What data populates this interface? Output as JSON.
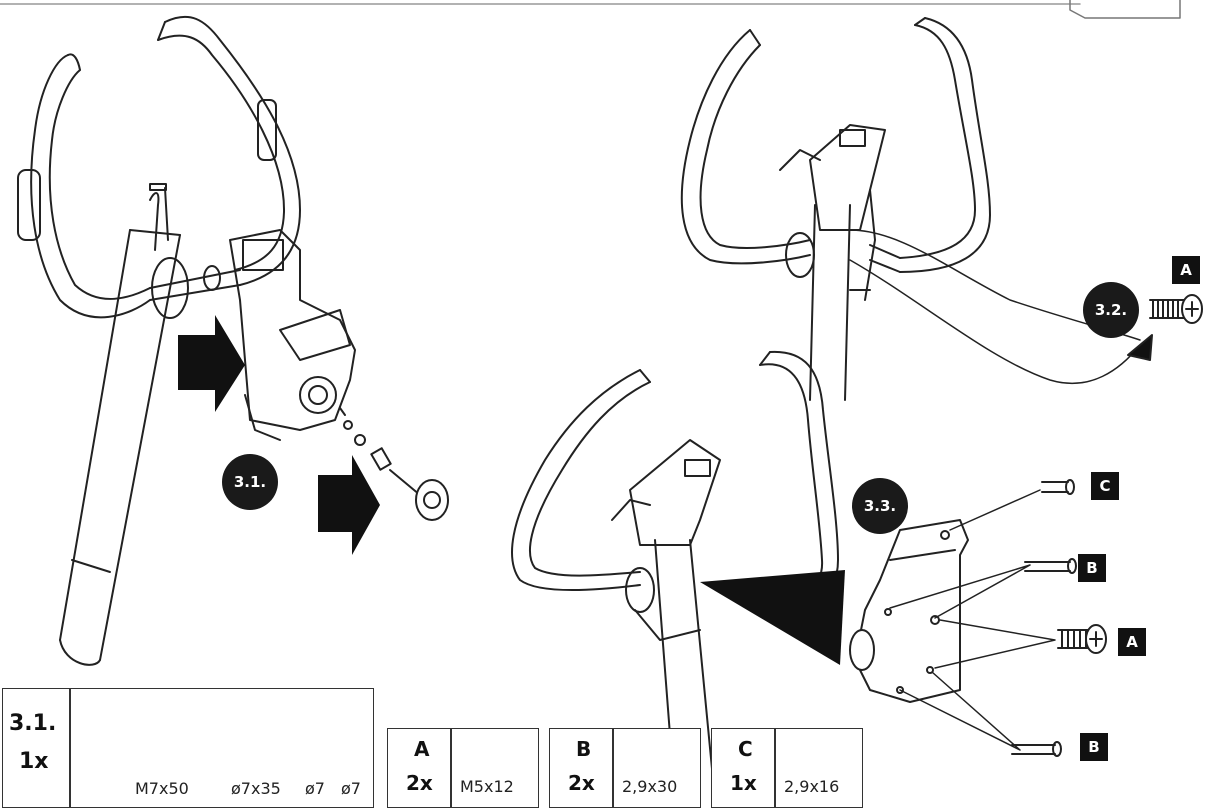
{
  "steps": {
    "step1": "3.1.",
    "step2": "3.2.",
    "step3": "3.3."
  },
  "callouts": {
    "a_top": "A",
    "c": "C",
    "b_upper": "B",
    "a_lower": "A",
    "b_lower": "B"
  },
  "parts_table": {
    "step": "3.1.",
    "qty": "1x",
    "items": [
      "M7x50",
      "ø7x35",
      "ø7",
      "ø7"
    ]
  },
  "hardware": [
    {
      "letter": "A",
      "qty": "2x",
      "size": "M5x12"
    },
    {
      "letter": "B",
      "qty": "2x",
      "size": "2,9x30"
    },
    {
      "letter": "C",
      "qty": "1x",
      "size": "2,9x16"
    }
  ]
}
